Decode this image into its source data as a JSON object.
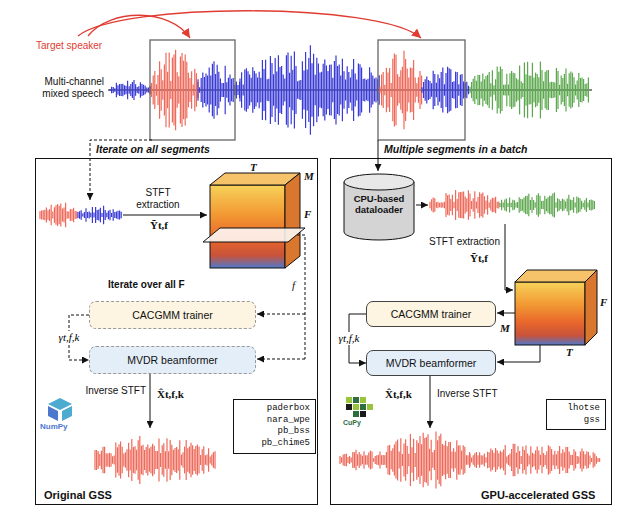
{
  "diagram": {
    "nodes": [
      {
        "text": [
          "Original GSS"
        ]
      },
      {
        "text": [
          "CACGMM trainer"
        ],
        "in": 0
      },
      {
        "text": [
          "MVDR beamformer"
        ],
        "in": 0
      },
      {
        "text": [
          "paderbox nara_wpe pb_bss pb_chime5"
        ],
        "in": 0
      },
      {
        "text": [
          "GPU-accelerated GSS"
        ]
      },
      {
        "text": [
          "CPU-based dataloader"
        ],
        "in": 4
      },
      {
        "text": [
          "CACGMM trainer"
        ],
        "in": 4
      },
      {
        "text": [
          "MVDR beamformer"
        ],
        "in": 4
      },
      {
        "text": [
          "lhotse gss"
        ],
        "in": 4
      }
    ],
    "edges": [
      {
        "from": 1,
        "to": 2,
        "arrow": "to",
        "label": "γt,f,k"
      },
      {
        "from": 6,
        "to": 7,
        "arrow": "to",
        "label": "γt,f,k"
      }
    ],
    "labels": [
      "Target speaker",
      "Multi-channel mixed speech",
      "Iterate on all segments",
      "Multiple segments in a batch",
      "STFT extraction",
      "Ỹt,f",
      "T",
      "M",
      "F",
      "Iterate over all F",
      "f",
      "Inverse STFT",
      "X̂t,f,k",
      "NumPy",
      "STFT extraction",
      "Ỹt,f",
      "M",
      "F",
      "T",
      "Inverse STFT",
      "X̂t,f,k",
      "CuPy"
    ]
  }
}
